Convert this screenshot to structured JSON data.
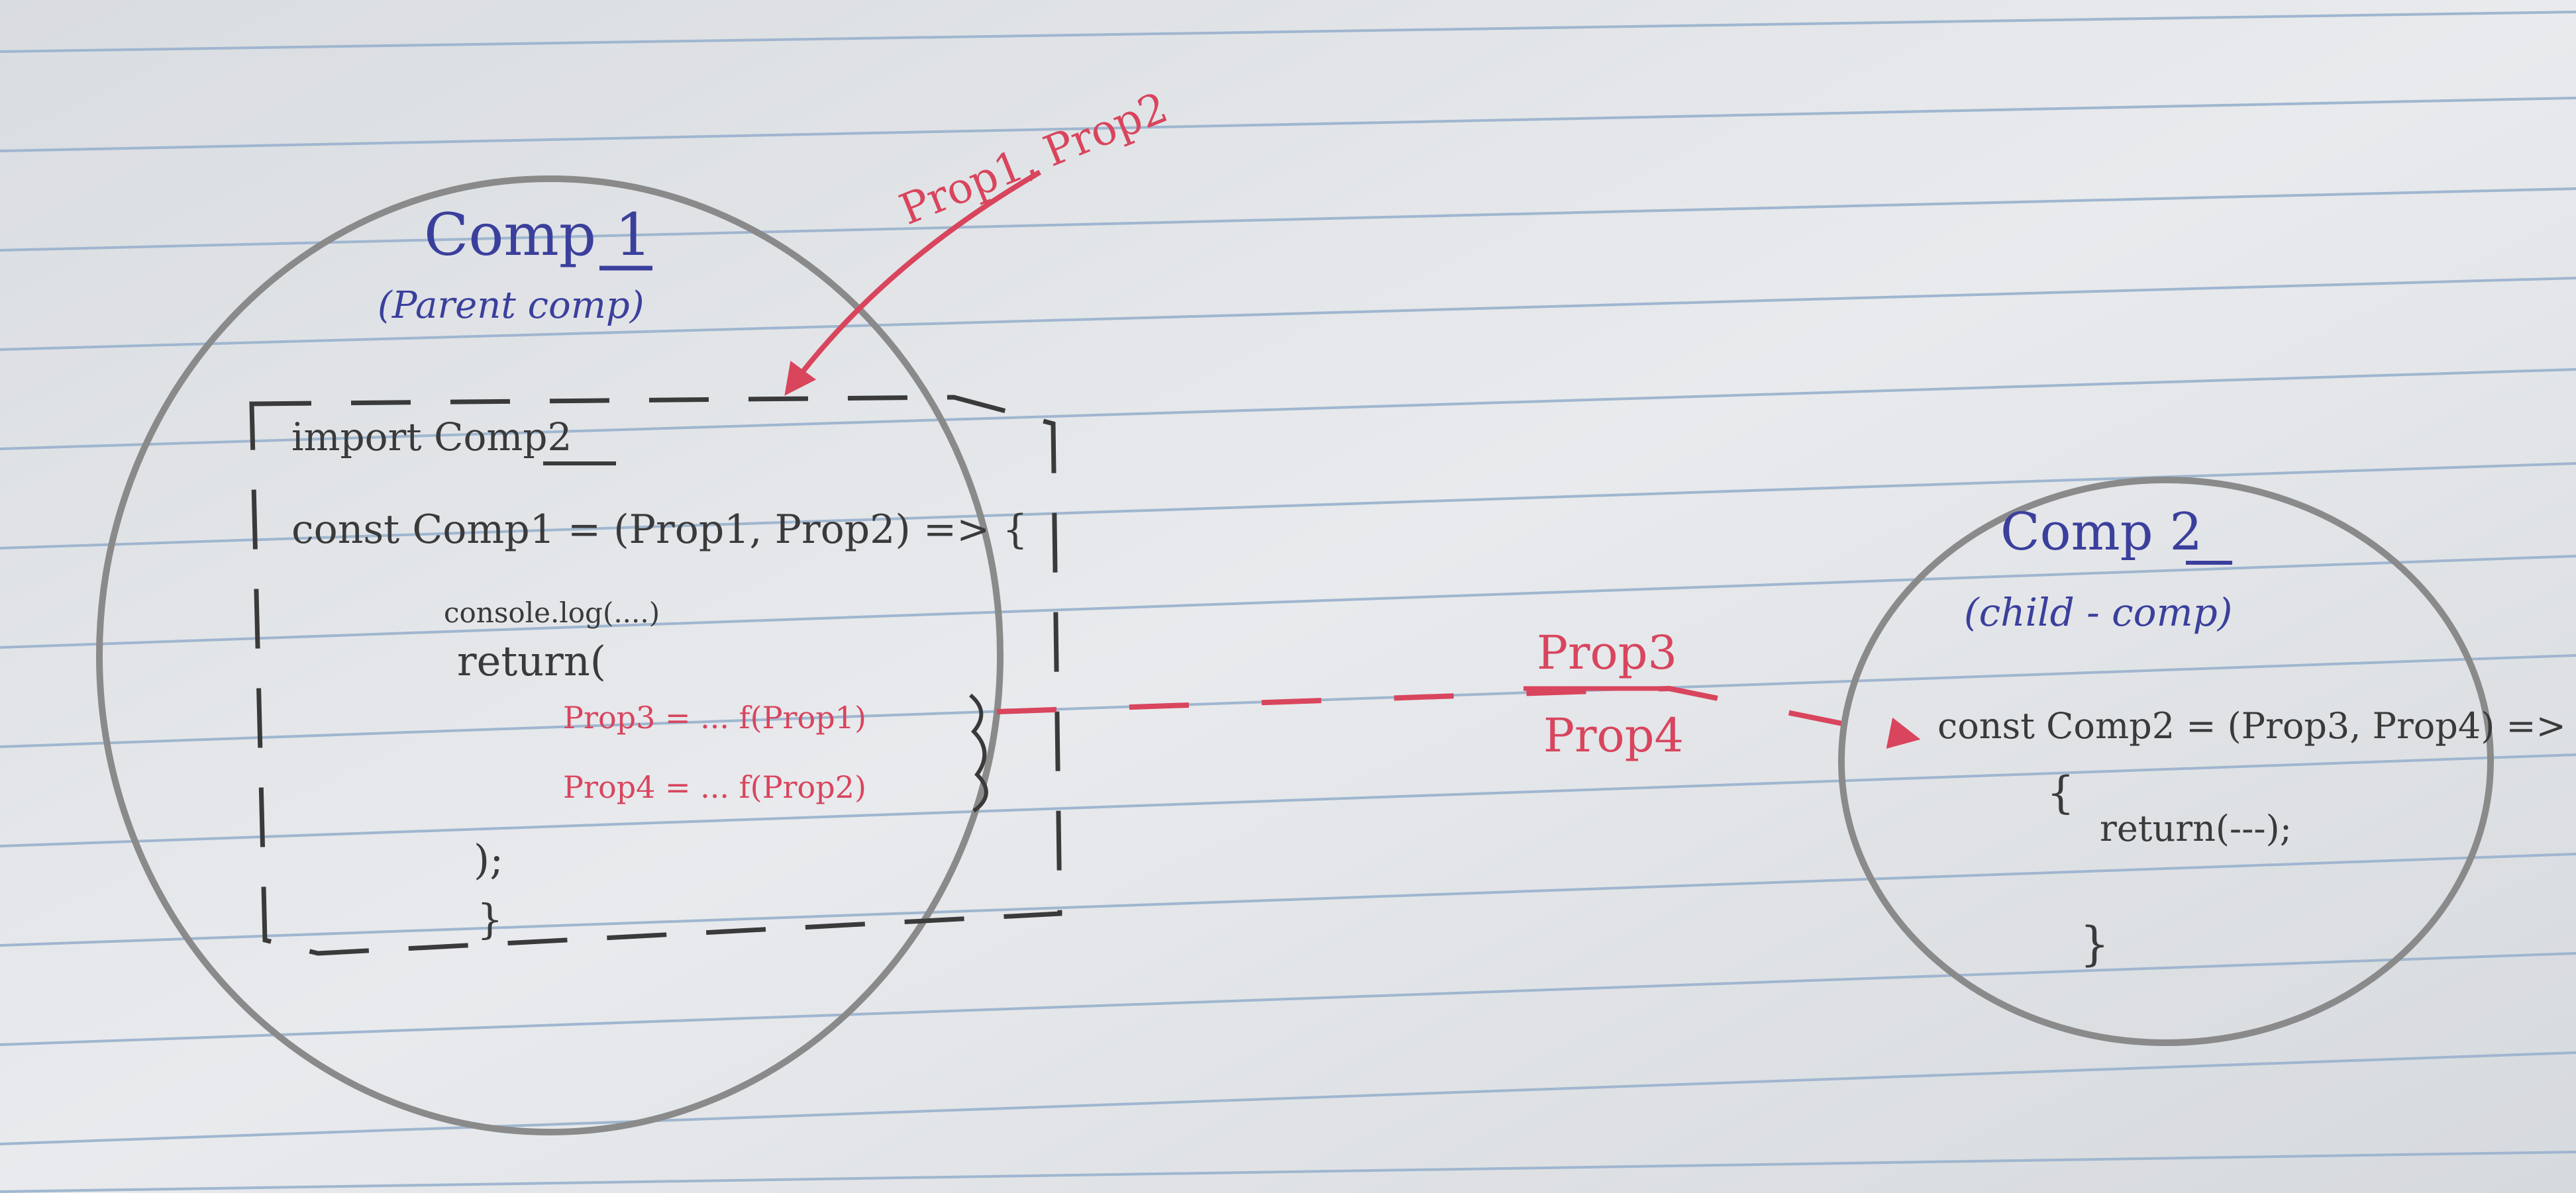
{
  "parent": {
    "title": "Comp 1",
    "subtitle": "(Parent comp)",
    "code": {
      "import_line": "import Comp2",
      "const_line": "const Comp1 = (Prop1, Prop2) => {",
      "console_line": "console.log(....)",
      "return_line": "return(",
      "prop3_line": "Prop3 = ... f(Prop1)",
      "prop4_line": "Prop4 = ... f(Prop2)",
      "close_paren": ");",
      "close_brace": "}"
    }
  },
  "child": {
    "title": "Comp 2",
    "subtitle": "(child - comp)",
    "code": {
      "const_line": "const Comp2 = (Prop3, Prop4) =>",
      "open_brace": "{",
      "return_line": "return(---);",
      "close_brace": "}"
    }
  },
  "input_arrow_label": "Prop1, Prop2",
  "connector_labels": {
    "top": "Prop3",
    "bottom": "Prop4"
  },
  "colors": {
    "paper": "#e4e6e9",
    "rule": "#9fb6cf",
    "ink_blue": "#3b3f9c",
    "ink_dark": "#3a3a3a",
    "ink_red": "#d8455d"
  }
}
